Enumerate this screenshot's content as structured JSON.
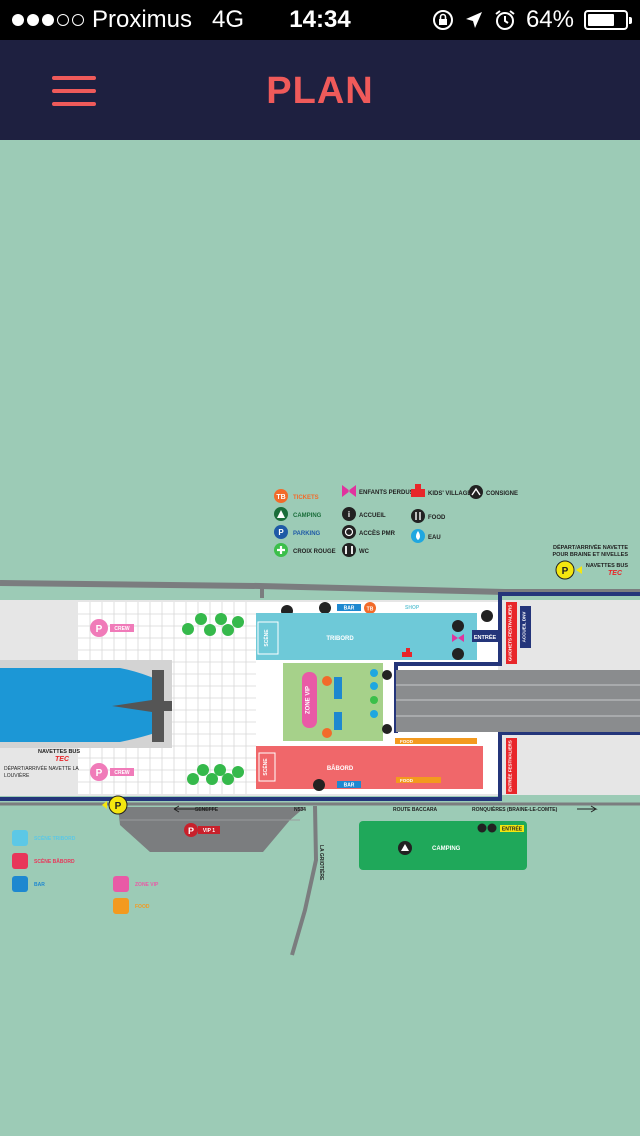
{
  "status_bar": {
    "carrier": "Proximus",
    "network": "4G",
    "time": "14:34",
    "battery_percent": "64%",
    "signal_bars": 3,
    "signal_total": 5
  },
  "header": {
    "title": "PLAN",
    "menu_icon": "hamburger-icon"
  },
  "colors": {
    "map_bg": "#9ccbb6",
    "header_bg": "#1e2040",
    "accent": "#ef5a5a",
    "tribord": "#6ec9d8",
    "babord": "#f0676a",
    "vip": "#a6d18a",
    "camping": "#1fa85a",
    "road": "#7b7d7f"
  },
  "legend": {
    "tickets": "TICKETS",
    "camping": "CAMPING",
    "parking": "PARKING",
    "croix_rouge": "CROIX ROUGE",
    "enfants_perdus": "ENFANTS PERDUS",
    "accueil": "ACCUEIL",
    "acces_pmr": "ACCÈS PMR",
    "wc": "WC",
    "kids_village": "KIDS' VILLAGE",
    "food": "FOOD",
    "eau": "EAU",
    "consigne": "CONSIGNE"
  },
  "shuttle_top": {
    "line1": "DÉPART/ARRIVÉE NAVETTE",
    "line2": "POUR BRAINE ET NIVELLES",
    "bus_label": "NAVETTES BUS",
    "brand": "TEC"
  },
  "shuttle_left": {
    "title": "NAVETTES BUS",
    "brand": "TEC",
    "line1": "DÉPART/ARRIVÉE NAVETTE LA",
    "line2": "LOUVIÈRE"
  },
  "site": {
    "crew": "CREW",
    "bar": "BAR",
    "tb": "TB",
    "shop": "SHOP",
    "scene": "SCÈNE",
    "tribord": "TRIBORD",
    "babord": "BÂBORD",
    "zone_vip": "ZONE VIP",
    "entree": "ENTRÉE",
    "accueil_dnv": "ACCUEIL DNV",
    "guichets": "GUICHETS FESTIVALIERS",
    "entree_festivaliers": "ENTRÉE FESTIVALIERS",
    "food": "FOOD",
    "vip1": "VIP 1",
    "camping": "CAMPING",
    "parking_letter": "P",
    "info_letter": "i"
  },
  "roads": {
    "seneffe": "SENEFFE",
    "n534": "N534",
    "route_baccara": "ROUTE BACCARA",
    "ronquieres": "RONQUIÈRES (BRAINE-LE-COMTE)",
    "la_griotiere": "LA GRIOTIÈRE"
  },
  "map_legend": [
    {
      "label": "SCÈNE TRIBORD",
      "color": "#5cc8e6"
    },
    {
      "label": "SCÈNE BÂBORD",
      "color": "#e8365a"
    },
    {
      "label": "BAR",
      "color": "#1e88d0"
    },
    {
      "label": "ZONE VIP",
      "color": "#e95aa6"
    },
    {
      "label": "FOOD",
      "color": "#f39a1f"
    }
  ]
}
